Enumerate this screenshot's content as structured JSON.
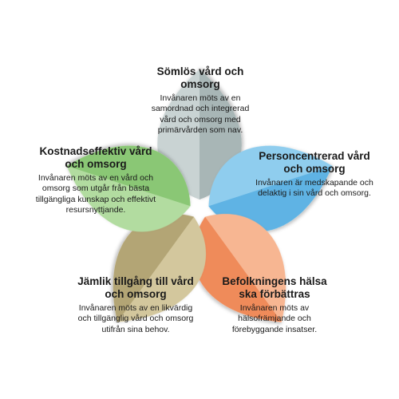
{
  "petals": [
    {
      "title": "Sömlös vård och omsorg",
      "description": "Invånaren möts av en samordnad och integrerad vård och omsorg med primärvården som nav.",
      "color_light": "#c9d3d3",
      "color_dark": "#a8b6b6"
    },
    {
      "title": "Personcentrerad vård och omsorg",
      "description": "Invånaren är medskapande och delaktig i sin vård och omsorg.",
      "color_light": "#8fcdee",
      "color_dark": "#5fb3e4"
    },
    {
      "title": "Befolkningens hälsa ska förbättras",
      "description": "Invånaren möts av hälsofrämjande och förebyggande insatser.",
      "color_light": "#f7b692",
      "color_dark": "#ef8b5a"
    },
    {
      "title": "Jämlik tillgång till vård och omsorg",
      "description": "Invånaren möts av en likvärdig och tillgänglig vård och omsorg utifrån sina behov.",
      "color_light": "#d3c79d",
      "color_dark": "#b3a574"
    },
    {
      "title": "Kostnadseffektiv vård och omsorg",
      "description": "Invånaren möts av en vård och omsorg som utgår från bästa tillgängliga kunskap och effektivt resursnyttjande.",
      "color_light": "#b2dca0",
      "color_dark": "#8ac775"
    }
  ]
}
